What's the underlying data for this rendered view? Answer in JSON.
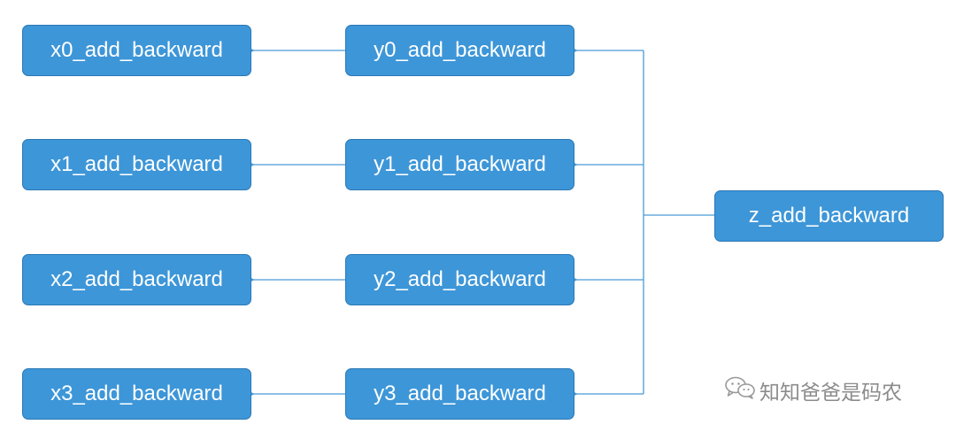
{
  "nodes": {
    "x0": "x0_add_backward",
    "x1": "x1_add_backward",
    "x2": "x2_add_backward",
    "x3": "x3_add_backward",
    "y0": "y0_add_backward",
    "y1": "y1_add_backward",
    "y2": "y2_add_backward",
    "y3": "y3_add_backward",
    "z": "z_add_backward"
  },
  "edges": [
    {
      "from": "z",
      "to": "y0"
    },
    {
      "from": "z",
      "to": "y1"
    },
    {
      "from": "z",
      "to": "y2"
    },
    {
      "from": "z",
      "to": "y3"
    },
    {
      "from": "y0",
      "to": "x0"
    },
    {
      "from": "y1",
      "to": "x1"
    },
    {
      "from": "y2",
      "to": "x2"
    },
    {
      "from": "y3",
      "to": "x3"
    }
  ],
  "colors": {
    "node_fill": "#3d96d8",
    "node_border": "#2a78b6",
    "line": "#4a9bd6"
  },
  "watermark": {
    "icon": "wechat-icon",
    "text": "知知爸爸是码农"
  }
}
